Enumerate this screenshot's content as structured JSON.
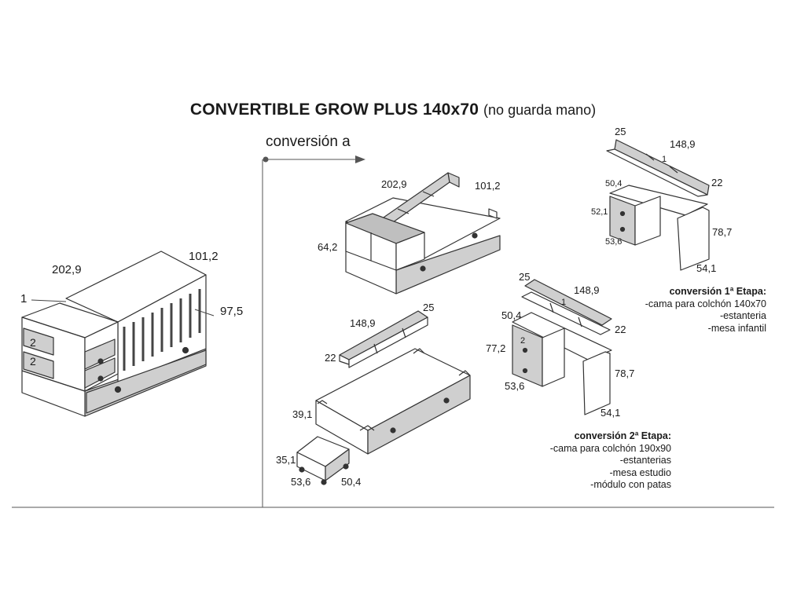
{
  "title": {
    "main": "CONVERTIBLE GROW PLUS 140x70",
    "sub": "(no guarda mano)"
  },
  "arrow_label": "conversión a",
  "crib": {
    "length": "202,9",
    "depth": "101,2",
    "height": "97,5",
    "side_shelf": "1",
    "drawer_a": "2",
    "drawer_b": "2"
  },
  "bed_stage1": {
    "length": "202,9",
    "depth": "101,2",
    "height": "64,2"
  },
  "desk_stage1": {
    "shelf_depth": "25",
    "shelf_length": "148,9",
    "shelf_height": "22",
    "shelf_divider": "1",
    "top_depth": "50,4",
    "drawer_height": "52,1",
    "drawer_width": "53,6",
    "height": "78,7",
    "width": "54,1"
  },
  "stage1_note": {
    "heading": "conversión 1ª Etapa:",
    "lines": [
      "-cama para colchón 140x70",
      "-estanteria",
      "-mesa infantil"
    ]
  },
  "shelf_stage2": {
    "depth": "25",
    "length": "148,9",
    "height": "22"
  },
  "bed_stage2": {
    "height": "39,1"
  },
  "module_stage2": {
    "height": "35,1",
    "width": "53,6",
    "depth": "50,4"
  },
  "desk_stage2": {
    "shelf_depth": "25",
    "shelf_length": "148,9",
    "shelf_height": "22",
    "shelf_divider": "1",
    "top_depth": "50,4",
    "drawer_height": "77,2",
    "drawer_count": "2",
    "drawer_width": "53,6",
    "height": "78,7",
    "width": "54,1"
  },
  "stage2_note": {
    "heading": "conversión 2ª Etapa:",
    "lines": [
      "-cama para colchón 190x90",
      "-estanterias",
      "-mesa estudio",
      "-módulo con patas"
    ]
  }
}
